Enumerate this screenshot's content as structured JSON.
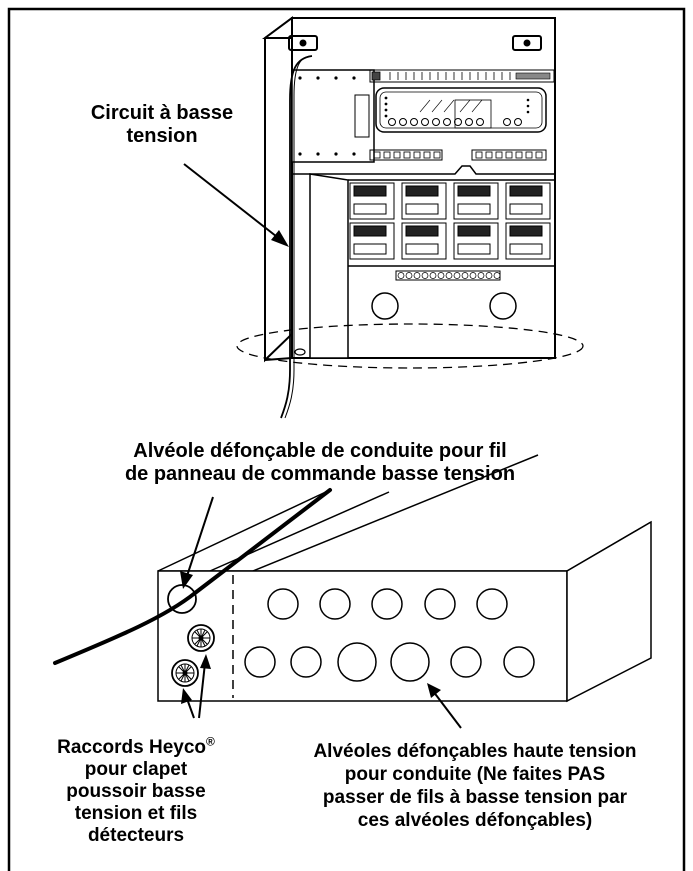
{
  "labels": {
    "low_voltage_circuit": [
      "Circuit à basse",
      "tension"
    ],
    "knockout_low_voltage": [
      "Alvéole défonçable de conduite pour fil",
      "de panneau de commande basse tension"
    ],
    "heyco_fittings": {
      "line1_main": "Raccords Heyco",
      "line1_sup": "®",
      "rest": [
        "pour clapet",
        "poussoir basse",
        "tension et fils",
        "détecteurs"
      ]
    },
    "high_voltage_knockouts": [
      "Alvéoles défonçables haute tension",
      "pour conduite (Ne faites PAS",
      "passer de fils à basse tension par",
      "ces alvéoles défonçables)"
    ]
  }
}
